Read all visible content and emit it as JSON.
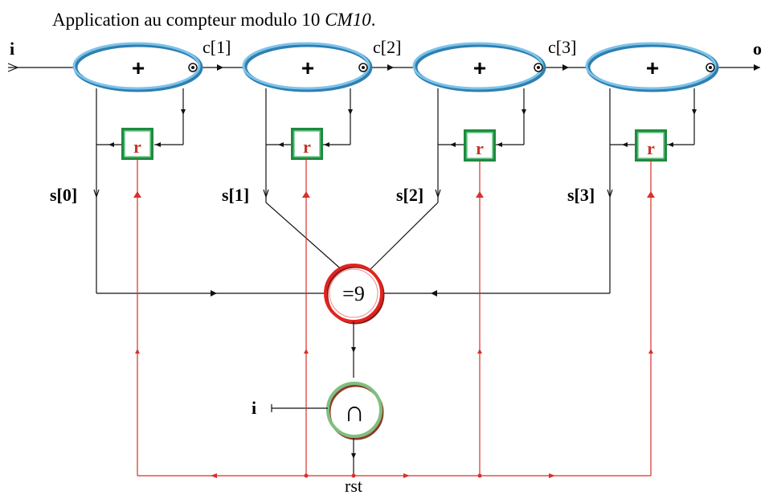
{
  "title": {
    "text": "Application au compteur modulo 10",
    "math": "CM10"
  },
  "input_label": "i",
  "output_label": "o",
  "adder_symbol": "+",
  "register_label": "r",
  "carry_labels": [
    "c[1]",
    "c[2]",
    "c[3]"
  ],
  "state_labels": [
    "s[0]",
    "s[1]",
    "s[2]",
    "s[3]"
  ],
  "compare_label": "=9",
  "and_symbol": "∩",
  "and_input_label": "i",
  "reset_label": "rst",
  "colors": {
    "adder_stroke": "#5aa9d6",
    "register_stroke": "#2e9e4f",
    "compare_stroke": "#e02420",
    "and_stroke": "#7fbf7f",
    "reset_wire": "#d9302a",
    "wire": "#111111"
  }
}
